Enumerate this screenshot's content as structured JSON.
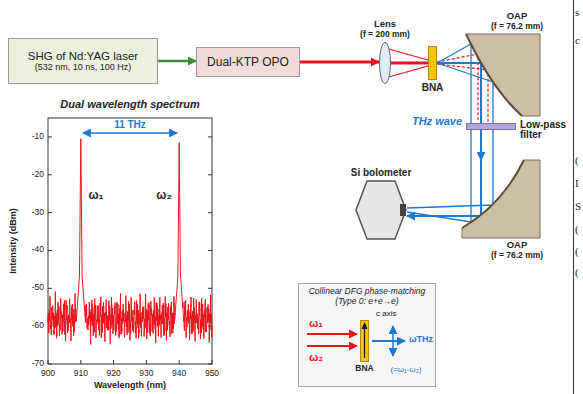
{
  "diagram": {
    "nodes": [
      {
        "text": [
          "SHG of Nd:YAG laser",
          "(532 nm, 10 ns, 100 Hz)"
        ]
      },
      {
        "text": [
          "Dual-KTP OPO"
        ]
      },
      {
        "text": [
          "Lens",
          "(f = 200 mm)"
        ]
      },
      {
        "text": [
          "BNA"
        ]
      },
      {
        "text": [
          "OAP",
          "(f = 76.2 mm)"
        ]
      },
      {
        "text": [
          "Low-pass filter"
        ]
      },
      {
        "text": [
          "Si bolometer"
        ]
      },
      {
        "text": [
          "OAP",
          "(f = 76.2 mm)"
        ]
      },
      {
        "text": [
          "Collinear DFG phase-matching",
          "(Type 0: e+e→e)"
        ]
      },
      {
        "text": [
          "BNA"
        ],
        "in": 8
      }
    ],
    "edges": [
      {
        "from": 0,
        "to": 1,
        "arrow": "to"
      },
      {
        "from": 1,
        "to": 2,
        "arrow": "to"
      },
      {
        "from": 2,
        "to": 3,
        "arrow": "none"
      },
      {
        "from": 3,
        "to": 4,
        "arrow": "none"
      },
      {
        "from": 4,
        "to": 5,
        "arrow": "none"
      },
      {
        "from": 5,
        "to": 7,
        "arrow": "to"
      },
      {
        "from": 7,
        "to": 6,
        "arrow": "to"
      }
    ],
    "labels": [
      "Dual wavelength spectrum",
      "11 THz",
      "ω₁",
      "ω₂",
      "Intensity (dBm)",
      "-10",
      "-20",
      "-30",
      "-40",
      "-50",
      "-60",
      "-70",
      "900",
      "910",
      "920",
      "930",
      "940",
      "950",
      "Wavelength (nm)",
      "THz wave",
      "c axis",
      "ω₁",
      "ω₂",
      "ωTHz",
      "(=ω₁-ω₂)",
      "s",
      "c",
      "(",
      "I",
      "S",
      "(",
      "(",
      "("
    ]
  }
}
